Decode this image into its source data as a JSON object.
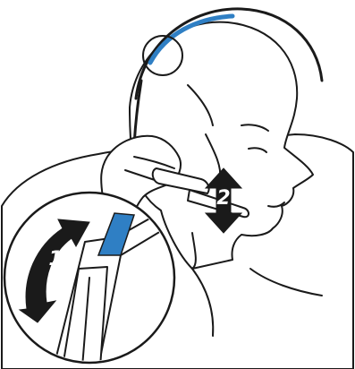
{
  "diagram": {
    "step_labels": {
      "one": "1",
      "two": "2"
    },
    "colors": {
      "line": "#1a1a1a",
      "fill": "#ffffff",
      "headband_accent": "#2f7fc4",
      "arrow": "#1a1a1a",
      "arrow_text": "#ffffff"
    },
    "icons": {
      "rotate_arrow": "double-headed-curved-arrow",
      "slide_arrow": "double-headed-vertical-arrow"
    }
  }
}
